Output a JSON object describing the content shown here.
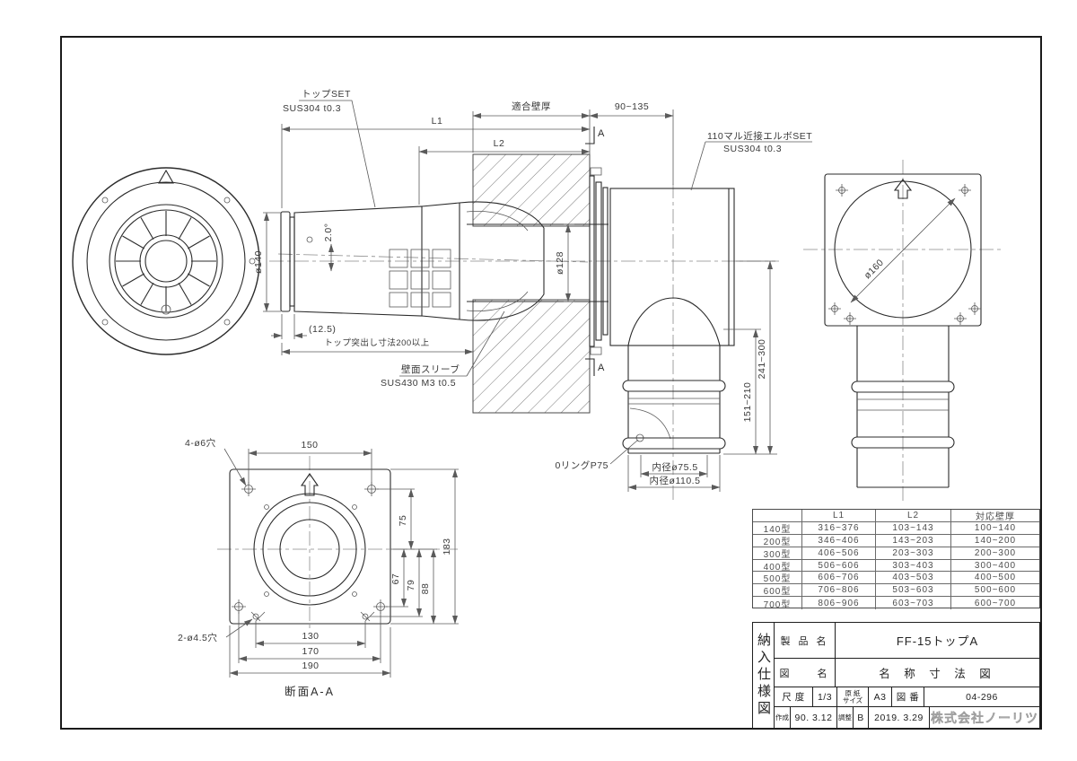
{
  "colors": {
    "object_line": "#2b2b2b",
    "dim_line": "#5a5a5a",
    "company_outline_gray": "#b5b5b5"
  },
  "drawing": {
    "labels": {
      "top_set_1": "トップSET",
      "top_set_2": "SUS304  t0.3",
      "elbow_set_1": "110マル近接エルボSET",
      "elbow_set_2": "SUS304  t0.3",
      "sleeve_1": "壁面スリーブ",
      "sleeve_2": "SUS430  M3  t0.5",
      "o_ring": "0リングP75",
      "protrusion": "トップ突出し寸法200以上",
      "holes_d6": "4-ø6穴",
      "holes_d45": "2-ø4.5穴",
      "section_caption": "断面A-A",
      "section_marker_top": "A",
      "section_marker_bottom": "A"
    },
    "dims": {
      "l1": "L1",
      "l2": "L2",
      "fit_wall": "適合壁厚",
      "r90_135": "90~135",
      "dia140": "ø140",
      "dia128": "ø128",
      "dia160": "ø160",
      "angle20": "2.0°",
      "p12_5": "(12.5)",
      "r151_210": "151~210",
      "r241_300": "241~300",
      "id75": "内径ø75.5",
      "id110": "内径ø110.5",
      "w150": "150",
      "h183": "183",
      "v75": "75",
      "v67": "67",
      "v79": "79",
      "v88": "88",
      "w130": "130",
      "w170": "170",
      "w190": "190"
    }
  },
  "spec_table": {
    "headers": [
      "",
      "L1",
      "L2",
      "対応壁厚"
    ],
    "rows": [
      {
        "model": "140型",
        "l1": "316~376",
        "l2": "103~143",
        "wall": "100~140"
      },
      {
        "model": "200型",
        "l1": "346~406",
        "l2": "143~203",
        "wall": "140~200"
      },
      {
        "model": "300型",
        "l1": "406~506",
        "l2": "203~303",
        "wall": "200~300"
      },
      {
        "model": "400型",
        "l1": "506~606",
        "l2": "303~403",
        "wall": "300~400"
      },
      {
        "model": "500型",
        "l1": "606~706",
        "l2": "403~503",
        "wall": "400~500"
      },
      {
        "model": "600型",
        "l1": "706~806",
        "l2": "503~603",
        "wall": "500~600"
      },
      {
        "model": "700型",
        "l1": "806~906",
        "l2": "603~703",
        "wall": "600~700"
      }
    ]
  },
  "title_block": {
    "doc_type": "納入仕様図",
    "product_label": "製 品 名",
    "product": "FF-15トップA",
    "name_label": "図　　名",
    "name": "名 称 寸 法 図",
    "scale_label": "尺 度",
    "scale": "1/3",
    "paper_label_1": "原 紙",
    "paper_label_2": "サイズ",
    "paper": "A3",
    "no_label": "図 番",
    "no": "04-296",
    "created_label": "作成",
    "created": "90. 3.12",
    "adjusted_label": "調整",
    "rev": "B",
    "adjusted": "2019. 3.29",
    "company": "株式会社ノーリツ"
  }
}
